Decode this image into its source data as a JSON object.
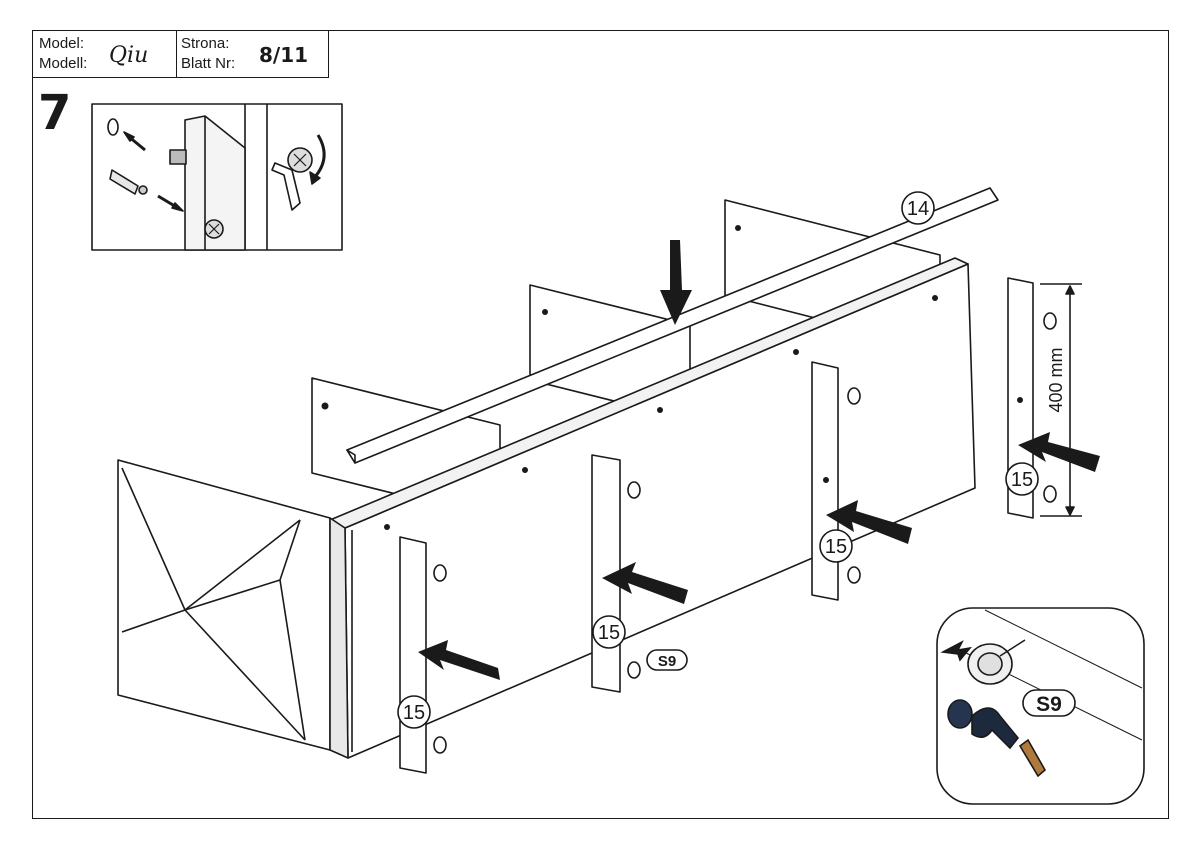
{
  "header": {
    "model_label_pl": "Model:",
    "model_label_de": "Modell:",
    "model_name": "Qiu",
    "page_label_pl": "Strona:",
    "page_label_de": "Blatt Nr:",
    "page_number": "8/11"
  },
  "step_number": "7",
  "callouts": {
    "part_14": "14",
    "part_15": "15",
    "s9": "S9",
    "dimension": "400 mm"
  }
}
